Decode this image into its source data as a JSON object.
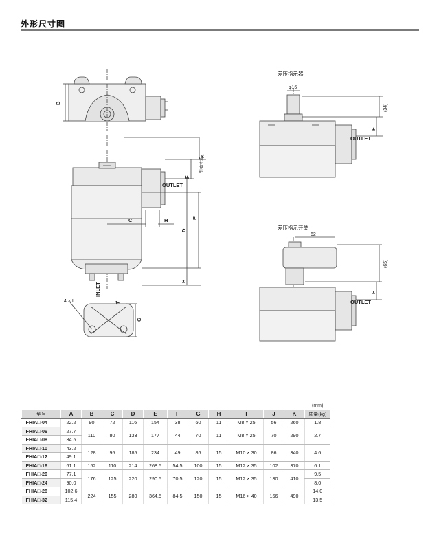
{
  "header": {
    "title": "外形尺寸图"
  },
  "diagram": {
    "labels": {
      "b": "B",
      "k": "K",
      "f": "F",
      "e": "E",
      "d": "D",
      "c": "C",
      "h": "H",
      "g": "G",
      "a": "A",
      "outlet": "OUTLET",
      "inlet": "INLET",
      "bolt_i": "4 × I",
      "k_note": "引抽寸法",
      "indicator_title": "差压指示器",
      "phi16": "φ16",
      "dim34": "(34)",
      "switch_title": "差压指示开关",
      "dim62": "62",
      "dim65": "(65)"
    }
  },
  "table": {
    "unit": "(mm)",
    "headers": [
      "型号",
      "A",
      "B",
      "C",
      "D",
      "E",
      "F",
      "G",
      "H",
      "I",
      "J",
      "K",
      "质量(kg)"
    ],
    "rows": [
      {
        "model": "FHIA□-04",
        "a": "22.2",
        "b": "90",
        "c": "72",
        "d": "116",
        "e": "154",
        "f": "38",
        "g": "60",
        "h": "11",
        "i": "M8 × 25",
        "j": "56",
        "k": "260",
        "mass": "1.8"
      },
      {
        "model": "FHIA□-06",
        "a": "27.7",
        "mass": ""
      },
      {
        "model": "FHIA□-08",
        "a": "34.5",
        "b": "110",
        "c": "80",
        "d": "133",
        "e": "177",
        "f": "44",
        "g": "70",
        "h": "11",
        "i": "M8 × 25",
        "j": "70",
        "k": "290",
        "mass": "2.7"
      },
      {
        "model": "FHIA□-10",
        "a": "43.2"
      },
      {
        "model": "FHIA□-12",
        "a": "49.1",
        "b": "128",
        "c": "95",
        "d": "185",
        "e": "234",
        "f": "49",
        "g": "86",
        "h": "15",
        "i": "M10 × 30",
        "j": "86",
        "k": "340",
        "mass": "4.6"
      },
      {
        "model": "FHIA□-16",
        "a": "61.1",
        "b": "152",
        "c": "110",
        "d": "214",
        "e": "268.5",
        "f": "54.5",
        "g": "100",
        "h": "15",
        "i": "M12 × 35",
        "j": "102",
        "k": "370",
        "mass": "6.1"
      },
      {
        "model": "FHIA□-20",
        "a": "77.1",
        "b": "176",
        "c": "125",
        "d": "220",
        "e": "290.5",
        "f": "70.5",
        "g": "120",
        "h": "15",
        "i": "M12 × 35",
        "j": "130",
        "k": "410",
        "mass": "9.5"
      },
      {
        "model": "FHIA□-24",
        "a": "90.0",
        "mass": "8.0"
      },
      {
        "model": "FHIA□-28",
        "a": "102.6",
        "b": "224",
        "c": "155",
        "d": "280",
        "e": "364.5",
        "f": "84.5",
        "g": "150",
        "h": "15",
        "i": "M16 × 40",
        "j": "166",
        "k": "490",
        "mass": "14.0"
      },
      {
        "model": "FHIA□-32",
        "a": "115.4",
        "mass": "13.5"
      }
    ]
  }
}
